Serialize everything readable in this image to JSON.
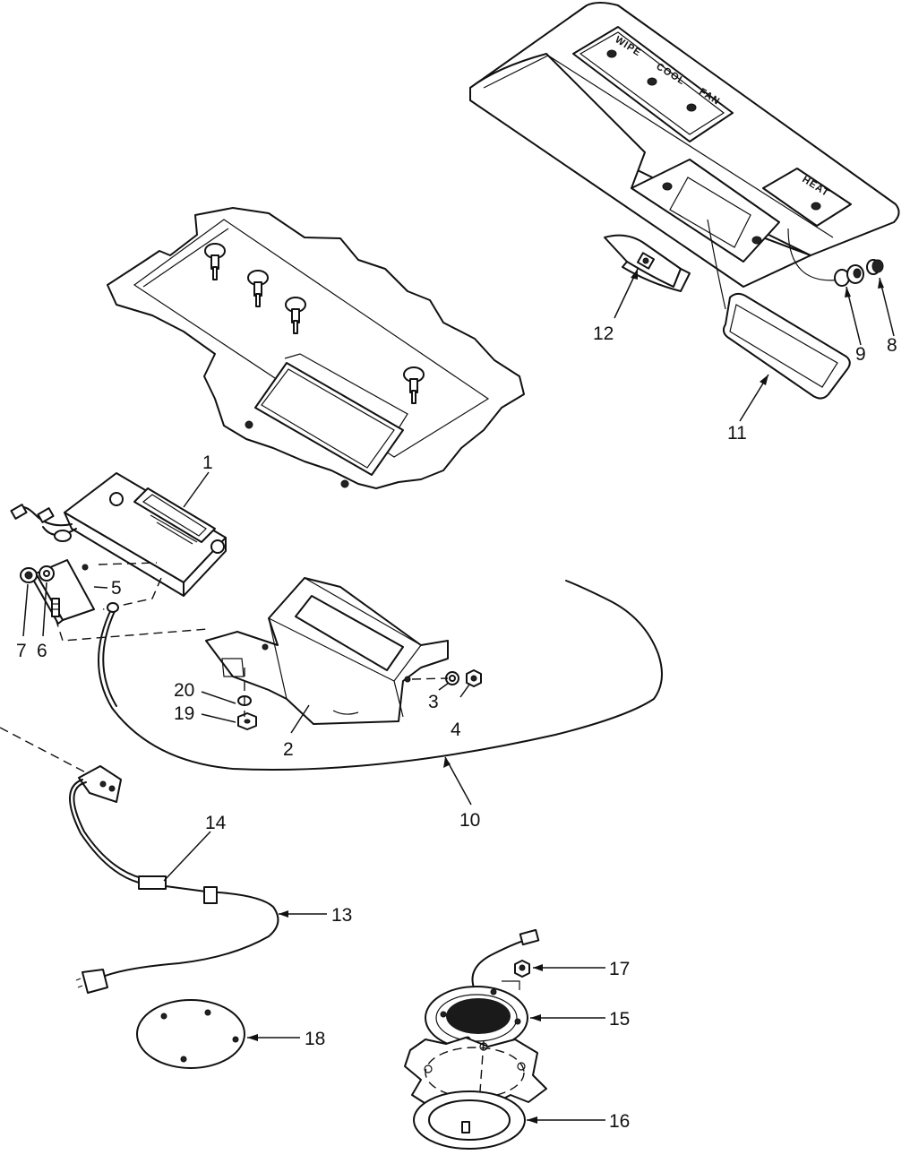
{
  "diagram": {
    "panel_labels": {
      "wipe": "WIPE",
      "cool": "COOL",
      "fan": "FAN",
      "heat": "HEAT"
    },
    "callouts": [
      {
        "id": "c1",
        "label": "1"
      },
      {
        "id": "c2",
        "label": "2"
      },
      {
        "id": "c3",
        "label": "3"
      },
      {
        "id": "c4",
        "label": "4"
      },
      {
        "id": "c5",
        "label": "5"
      },
      {
        "id": "c6",
        "label": "6"
      },
      {
        "id": "c7",
        "label": "7"
      },
      {
        "id": "c8",
        "label": "8"
      },
      {
        "id": "c9",
        "label": "9"
      },
      {
        "id": "c10",
        "label": "10"
      },
      {
        "id": "c11",
        "label": "11"
      },
      {
        "id": "c12",
        "label": "12"
      },
      {
        "id": "c13",
        "label": "13"
      },
      {
        "id": "c14",
        "label": "14"
      },
      {
        "id": "c15",
        "label": "15"
      },
      {
        "id": "c16",
        "label": "16"
      },
      {
        "id": "c17",
        "label": "17"
      },
      {
        "id": "c18",
        "label": "18"
      },
      {
        "id": "c19",
        "label": "19"
      },
      {
        "id": "c20",
        "label": "20"
      }
    ]
  }
}
